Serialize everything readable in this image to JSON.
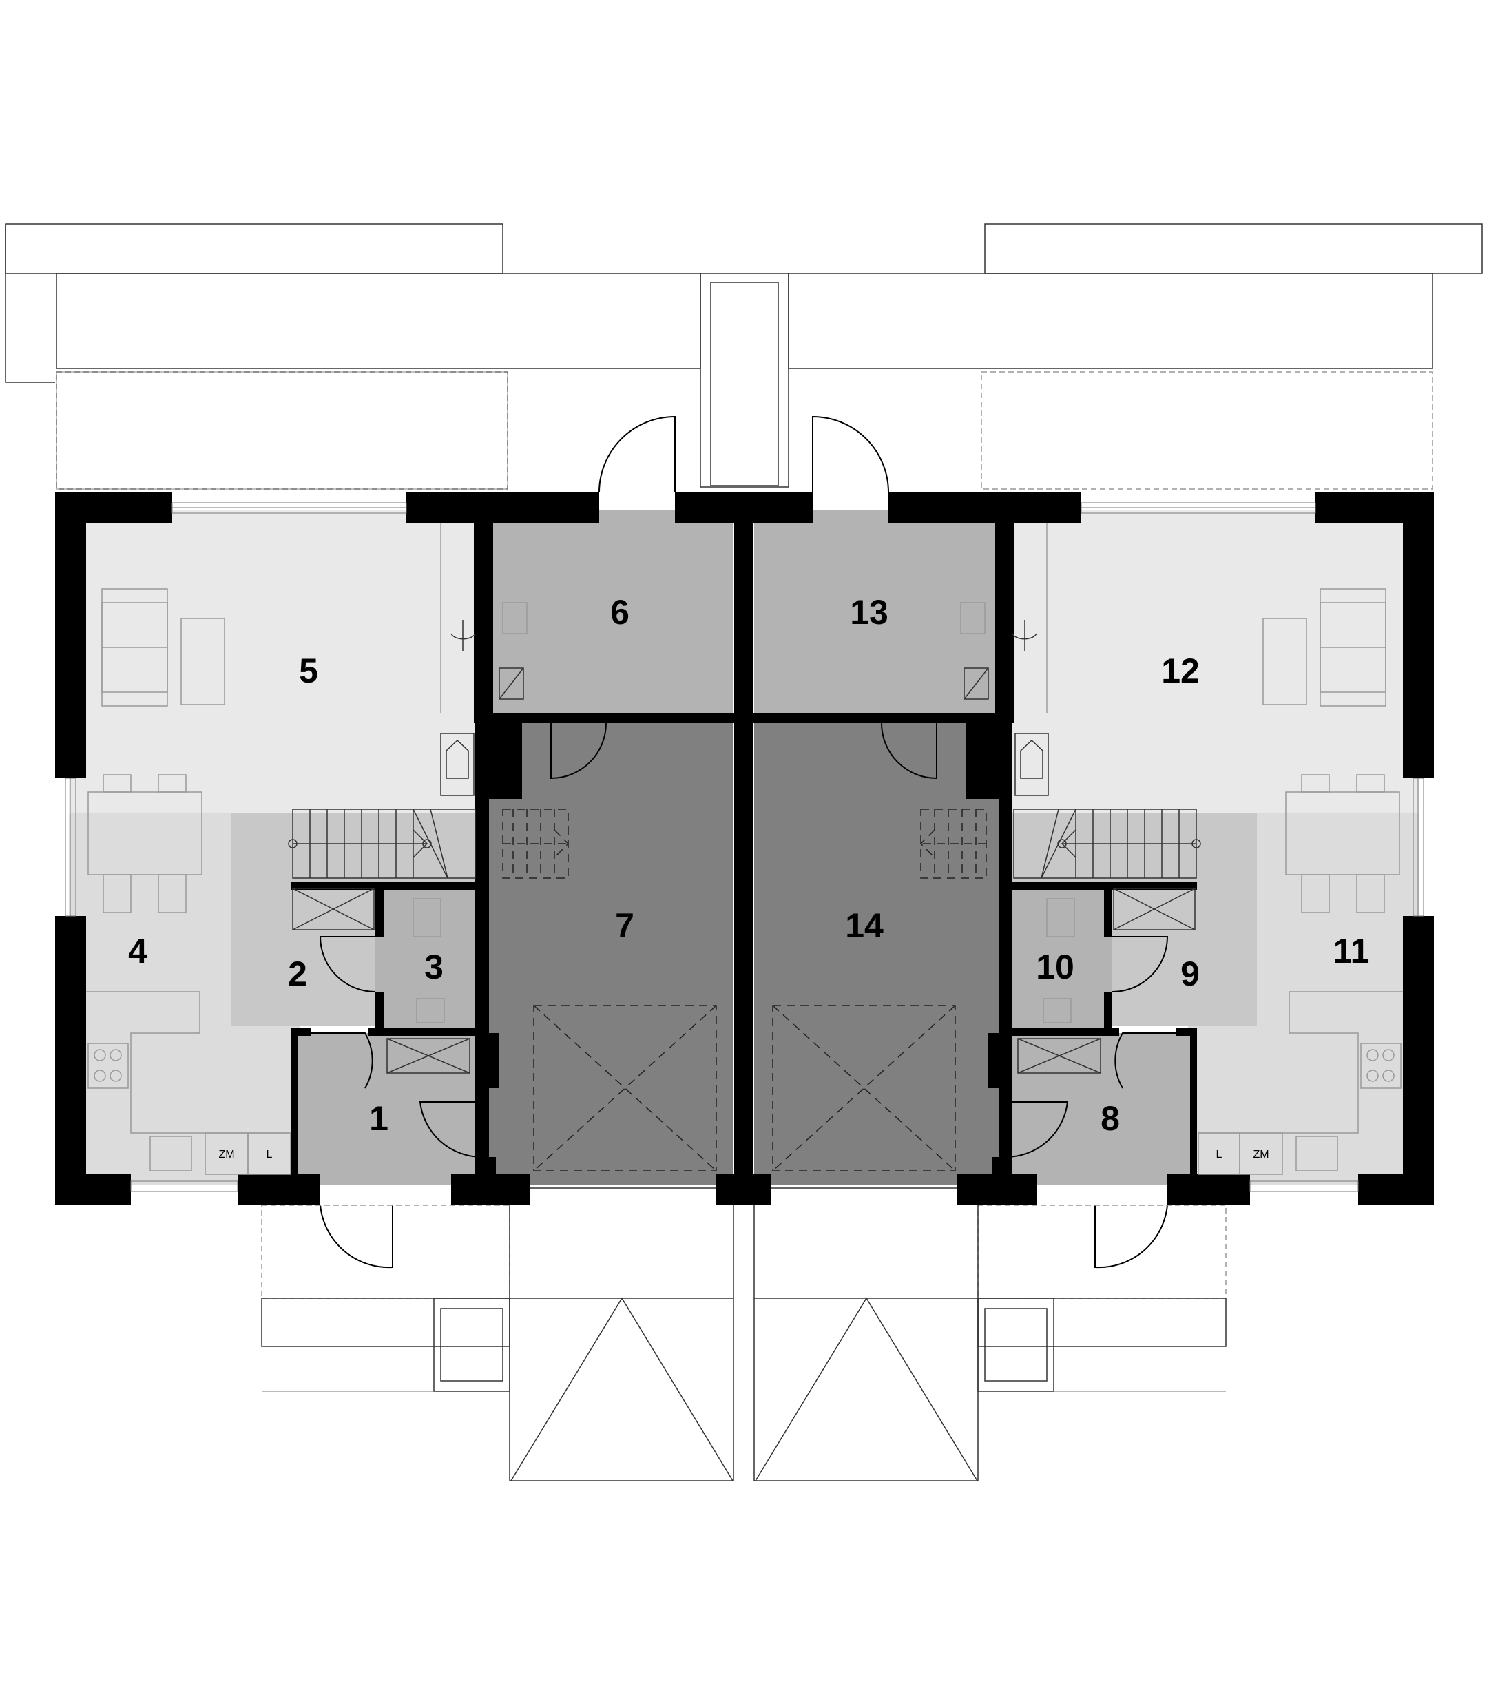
{
  "rooms": [
    {
      "number": "1"
    },
    {
      "number": "2"
    },
    {
      "number": "3"
    },
    {
      "number": "4"
    },
    {
      "number": "5"
    },
    {
      "number": "6"
    },
    {
      "number": "7"
    },
    {
      "number": "8"
    },
    {
      "number": "9"
    },
    {
      "number": "10"
    },
    {
      "number": "11"
    },
    {
      "number": "12"
    },
    {
      "number": "13"
    },
    {
      "number": "14"
    }
  ],
  "appliances": {
    "left": {
      "fridge": "ZM",
      "washer": "L"
    },
    "right": {
      "fridge": "ZM",
      "washer": "L"
    }
  },
  "colors": {
    "living_area": "#e9e9e9",
    "kitchen_area": "#dcdcdc",
    "hall_area": "#c8c8c8",
    "service_room": "#b3b3b3",
    "garage": "#808080",
    "wall": "#000000"
  },
  "icons": [
    "sofa-icon",
    "coffee-table-icon",
    "dining-table-icon",
    "stove-icon",
    "sink-icon",
    "toilet-icon",
    "washbasin-icon",
    "shower-icon",
    "boiler-icon",
    "staircase-icon",
    "door-swing-icon",
    "garage-door-icon"
  ]
}
